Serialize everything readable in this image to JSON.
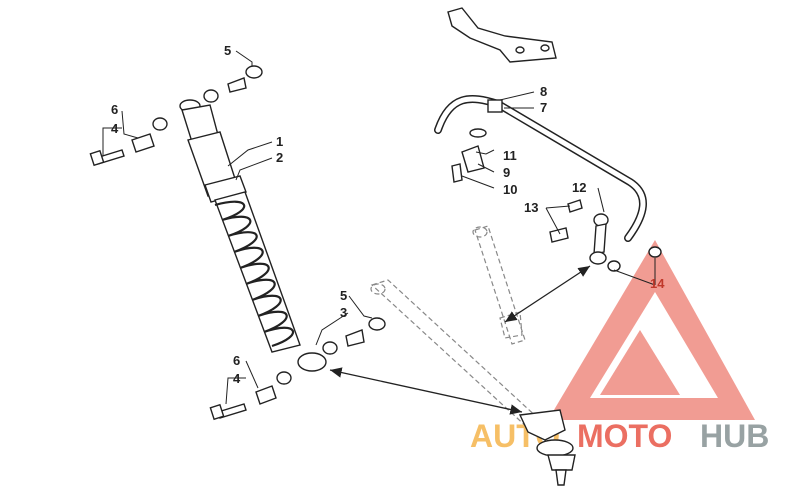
{
  "diagram": {
    "labels": {
      "l1": "1",
      "l2": "2",
      "l3": "3",
      "l4a": "4",
      "l4b": "4",
      "l5a": "5",
      "l5b": "5",
      "l6a": "6",
      "l6b": "6",
      "l7": "7",
      "l8": "8",
      "l9": "9",
      "l10": "10",
      "l11": "11",
      "l12": "12",
      "l13": "13",
      "l14": "14"
    },
    "watermark": {
      "part1": "AUTO",
      "part2": "MOTO",
      "part3": "HUB"
    }
  },
  "colors": {
    "ink": "#222222",
    "highlight_label": "#c0392b",
    "watermark_triangle": "#e74c3c",
    "watermark_auto": "#f5b041",
    "watermark_moto": "#e74c3c",
    "watermark_hub": "#7f8c8d"
  }
}
